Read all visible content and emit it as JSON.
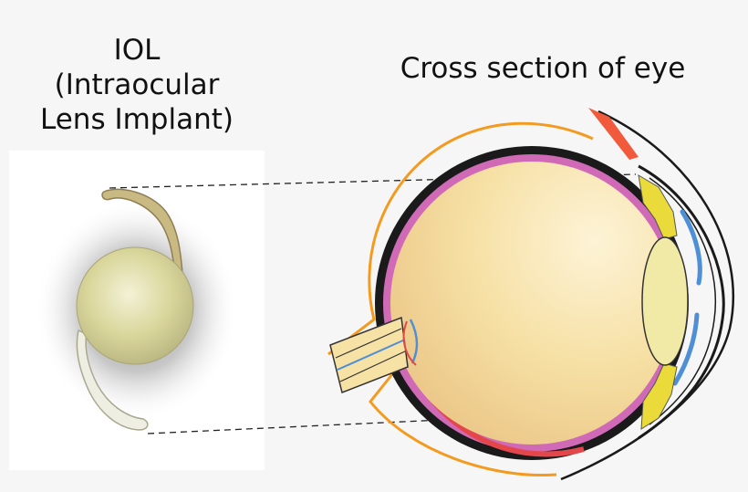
{
  "iol_title_lines": [
    "IOL",
    "(Intraocular",
    "Lens Implant)"
  ],
  "eye_title": "Cross section of eye",
  "colors": {
    "background": "#f6f6f6",
    "eyeball_fill": "#f7e2a6",
    "sclera_outline": "#1a1a1a",
    "orbit_orange": "#f39a1f",
    "choroid_pink": "#d06ab6",
    "retina_red": "#e4474b",
    "cornea_blue": "#4f8fd6",
    "iris_yellow": "#eadb3a",
    "natural_lens": "#f1eaa6",
    "iol_optic": "#d8d69a",
    "iol_haptic": "#bfae7a"
  }
}
